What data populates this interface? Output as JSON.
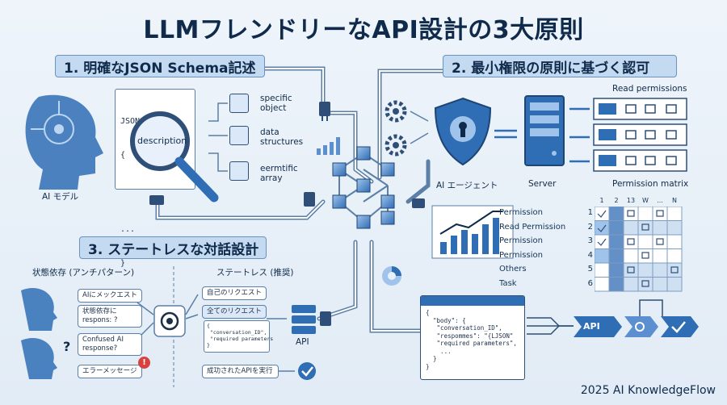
{
  "title": "LLMフレンドリーなAPI設計の3大原則",
  "section1": {
    "heading": "1. 明確なJSON Schema記述",
    "ai_label": "AI モデル",
    "schema_title": "JSON Schema",
    "schema_brace": "{",
    "schema_close": "}",
    "schema_dots": "...",
    "magnifier_text": "description",
    "items": [
      {
        "label": "specific\nobject",
        "icon": "cube-icon"
      },
      {
        "label": "data\nstructures",
        "icon": "list-icon"
      },
      {
        "label": "eermtific\narray",
        "icon": "array-icon"
      }
    ]
  },
  "section2": {
    "heading": "2. 最小権限の原則に基づく認可",
    "agent_label": "AI エージェント",
    "server_label": "Server",
    "read_perm_label": "Read permissions",
    "matrix_label": "Permission matrix",
    "matrix_cols": [
      "1",
      "2",
      "13",
      "W",
      "...",
      "N"
    ],
    "matrix_rows": [
      {
        "name": "Permission",
        "num": "1"
      },
      {
        "name": "Read Permission",
        "num": "2"
      },
      {
        "name": "Permission",
        "num": "3"
      },
      {
        "name": "Permission",
        "num": "4"
      },
      {
        "name": "Others",
        "num": "5"
      },
      {
        "name": "Task",
        "num": "6"
      }
    ]
  },
  "section3": {
    "heading": "3. ステートレスな対話設計",
    "anti_label": "状態依存 (アンチパターン)",
    "rec_label": "ステートレス (推奨)",
    "anti_bubbles": [
      "AIにメックエスト",
      "状態依存に\nrespons: ?",
      "Confused AI\nresponse?",
      "エラーメッセージ"
    ],
    "rec_bubbles": [
      "自己のリクエスト",
      "全てのリクエスト"
    ],
    "rec_code": "{\n \"conversation_ID\",\n \"required parameters\n}",
    "api_label": "API",
    "success_text": "成功されたAPIを実行",
    "question_mark": "?",
    "error_mark": "!"
  },
  "bottom": {
    "code": "{\n  \"body\": {\n   \"conversation_ID\",\n   \"respommes\": \"{LJSON\"\n   \"required parameters\",\n    ...\n  }\n}",
    "api_label": "API"
  },
  "footer": "2025 AI KnowledgeFlow",
  "colors": {
    "navy": "#0f2a4a",
    "blue": "#2f6db5",
    "light": "#c4daf0",
    "line": "#5b7fa6"
  }
}
